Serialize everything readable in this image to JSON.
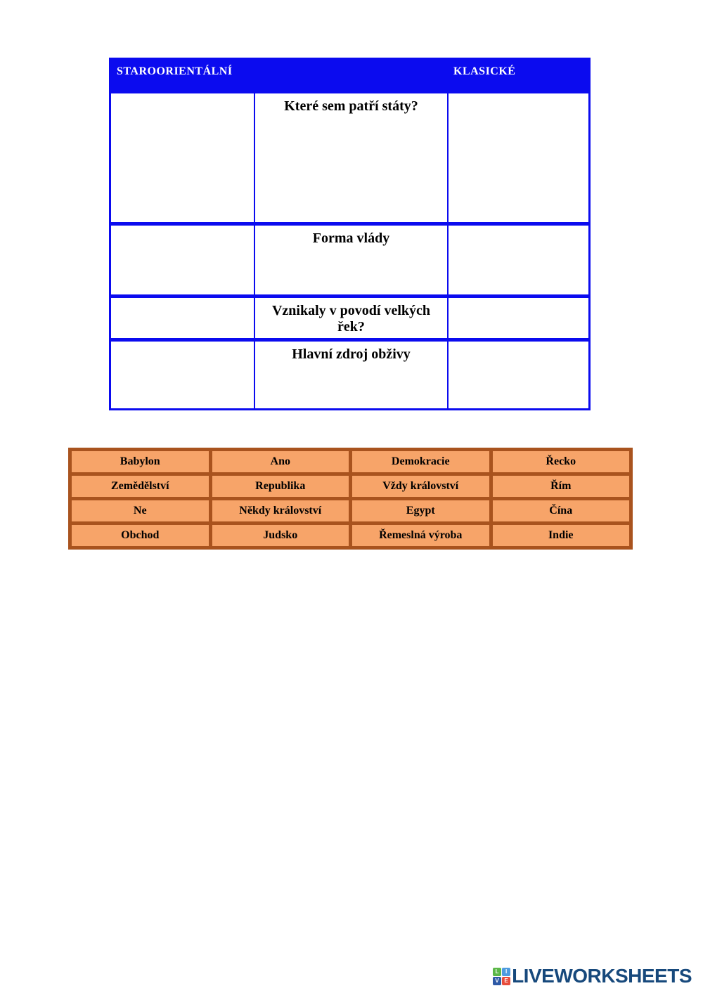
{
  "table": {
    "header_left": "STAROORIENTÁLNÍ",
    "header_right": "KLASICKÉ",
    "questions": [
      "Které sem patří státy?",
      "Forma vlády",
      "Vznikaly v povodí velkých řek?",
      "Hlavní zdroj obživy"
    ]
  },
  "wordbank": {
    "rows": [
      [
        "Babylon",
        "Ano",
        "Demokracie",
        "Řecko"
      ],
      [
        "Zemědělství",
        "Republika",
        "Vždy království",
        "Řím"
      ],
      [
        "Ne",
        "Někdy království",
        "Egypt",
        "Čína"
      ],
      [
        "Obchod",
        "Judsko",
        "Řemeslná výroba",
        "Indie"
      ]
    ]
  },
  "footer": {
    "logo_text": "LIVEWORKSHEETS",
    "icon_letters": [
      "L",
      "I",
      "V",
      "E"
    ]
  },
  "colors": {
    "table_blue": "#0b0bef",
    "bank_fill": "#f7a469",
    "bank_border": "#a9531e",
    "logo_navy": "#17497c",
    "logo_green": "#5bb747",
    "logo_blue": "#4d9bdf",
    "logo_darkblue": "#2e59a6",
    "logo_red": "#e74c3c"
  }
}
